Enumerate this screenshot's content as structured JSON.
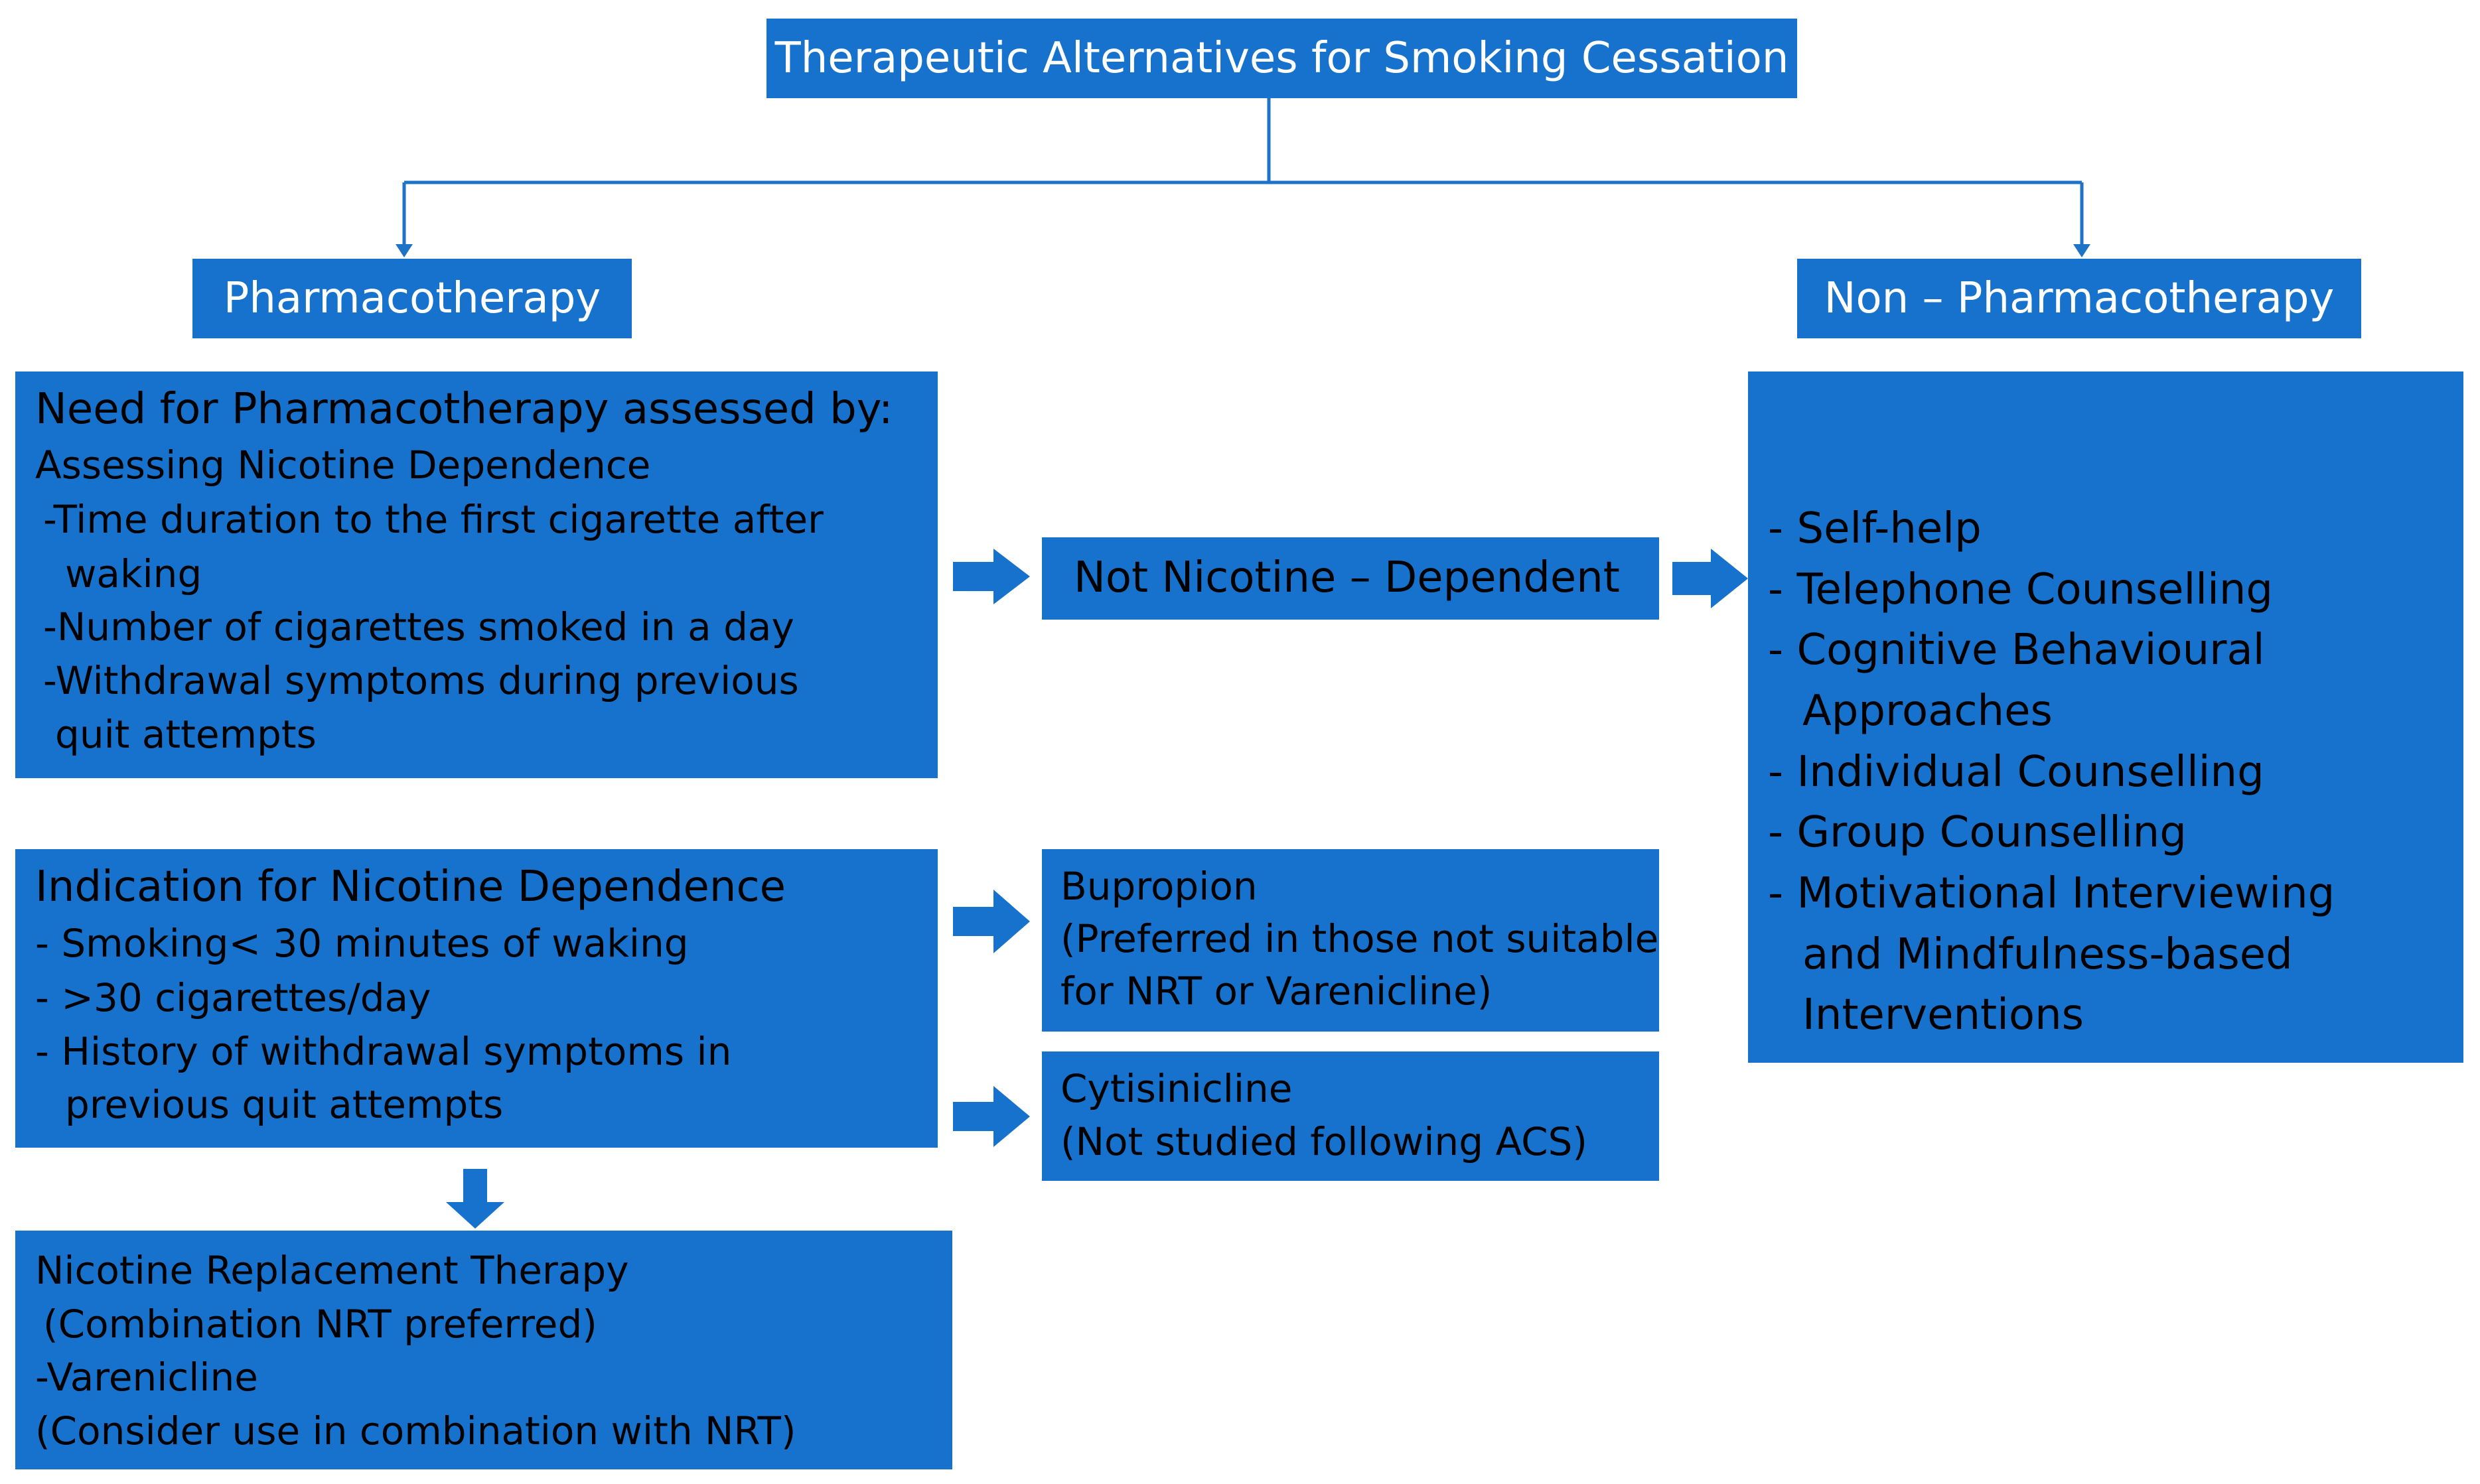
{
  "colors": {
    "box": "#1672cc",
    "arrow": "#1672cc",
    "connector": "#1e72c8",
    "header_text": "#ffffff",
    "body_text": "#000000"
  },
  "title": "Therapeutic Alternatives for Smoking Cessation",
  "left_branch": {
    "header": "Pharmacotherapy",
    "assessment": {
      "heading": "Need for Pharmacotherapy assessed by:",
      "lines": [
        "Assessing Nicotine Dependence",
        "-Time duration to the first cigarette after",
        "waking",
        "-Number of cigarettes smoked in a day",
        "-Withdrawal symptoms during previous",
        "quit attempts"
      ]
    },
    "indication": {
      "heading": "Indication for Nicotine Dependence",
      "lines": [
        "- Smoking< 30 minutes of waking",
        "- >30 cigarettes/day",
        "- History of withdrawal symptoms in",
        "previous quit attempts"
      ]
    },
    "nrt": {
      "lines": [
        "Nicotine Replacement Therapy",
        "(Combination NRT preferred)",
        "-Varenicline",
        "(Consider use in combination with NRT)"
      ]
    }
  },
  "middle": {
    "not_dependent": "Not Nicotine – Dependent",
    "bupropion": {
      "lines": [
        "Bupropion",
        "(Preferred in those not suitable",
        "for NRT or Varenicline)"
      ]
    },
    "cytisinicline": {
      "lines": [
        "Cytisinicline",
        "(Not studied following ACS)"
      ]
    }
  },
  "right_branch": {
    "header": "Non – Pharmacotherapy",
    "lines": [
      "- Self-help",
      "- Telephone Counselling",
      "- Cognitive Behavioural",
      "Approaches",
      "- Individual Counselling",
      "- Group Counselling",
      "- Motivational Interviewing",
      "and Mindfulness-based",
      "Interventions"
    ]
  }
}
